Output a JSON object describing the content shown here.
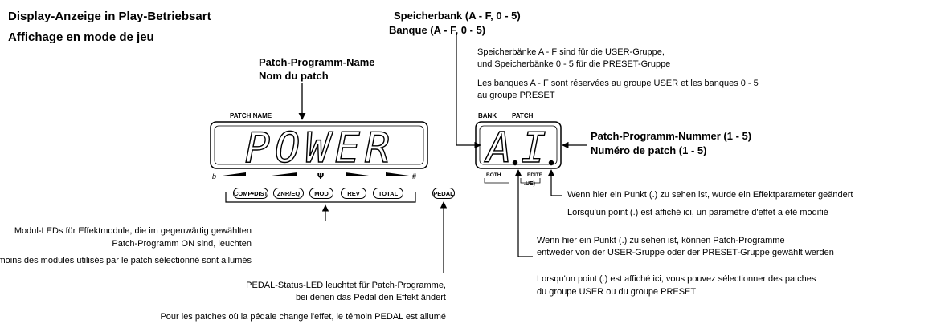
{
  "headings": {
    "de": "Display-Anzeige in Play-Betriebsart",
    "fr": "Affichage en mode de jeu"
  },
  "bank_title": {
    "de": "Speicherbank (A - F, 0 - 5)",
    "fr": "Banque (A - F, 0 - 5)"
  },
  "bank_notes": {
    "de_line1": "Speicherbänke A - F sind für die USER-Gruppe,",
    "de_line2": "und Speicherbänke 0 - 5 für die PRESET-Gruppe",
    "fr_line1": "Les banques A - F sont réservées au groupe USER et les banques 0 - 5",
    "fr_line2": "au groupe PRESET"
  },
  "patch_name_title": {
    "de": "Patch-Programm-Name",
    "fr": "Nom du patch"
  },
  "patch_number_title": {
    "de": "Patch-Programm-Nummer (1 - 5)",
    "fr": "Numéro de patch (1 - 5)"
  },
  "display": {
    "patch_name_label": "PATCH NAME",
    "patch_name": "POWER",
    "bank_label": "BANK",
    "patch_label": "PATCH",
    "bank_value": "A",
    "patch_value": "I",
    "both_label": "BOTH",
    "edited_label": "EDITE",
    "ue_label": ".UE)",
    "flat": "b",
    "sharp": "#",
    "tuner": "Ψ"
  },
  "module_buttons": [
    "COMP•DIST",
    "ZNR/EQ",
    "MOD",
    "REV",
    "TOTAL"
  ],
  "pedal_button": "PEDAL",
  "module_led_notes": {
    "de_line1": "Modul-LEDs für Effektmodule, die im gegenwärtig gewählten",
    "de_line2": "Patch-Programm ON sind, leuchten",
    "fr_line1": "Les temoins des modules utilisés par le patch sélectionné sont allumés"
  },
  "pedal_notes": {
    "de_line1": "PEDAL-Status-LED leuchtet für Patch-Programme,",
    "de_line2": "bei denen das Pedal den Effekt ändert",
    "fr_line1": "Pour les patches où la pédale change l'effet, le témoin PEDAL est allumé"
  },
  "edit_dot_notes": {
    "de": "Wenn hier ein Punkt (.) zu sehen ist, wurde ein Effektparameter geändert",
    "fr": "Lorsqu'un point (.) est affiché ici, un paramètre d'effet a été modifié"
  },
  "group_dot_notes": {
    "de_line1": "Wenn hier ein Punkt (.) zu sehen ist, können Patch-Programme",
    "de_line2": "entweder von der USER-Gruppe oder der PRESET-Gruppe gewählt werden",
    "fr_line1": "Lorsqu'un point (.) est affiché ici, vous pouvez sélectionner des patches",
    "fr_line2": "du groupe USER ou du groupe PRESET"
  }
}
